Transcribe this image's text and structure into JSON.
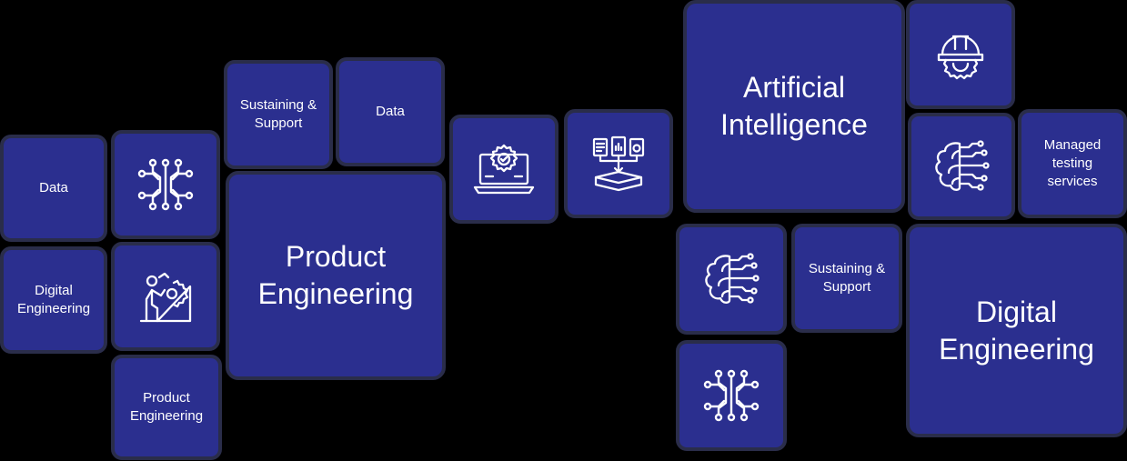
{
  "colors": {
    "tile_fill": "#2b2f8f",
    "tile_border": "#2a2d4a",
    "icon_stroke": "#ffffff",
    "background": "#000000"
  },
  "left_cluster": {
    "data": "Data",
    "digital_engineering": "Digital Engineering",
    "product_engineering_small": "Product Engineering",
    "sustaining_support": "Sustaining & Support",
    "data_top": "Data",
    "product_engineering_big": "Product Engineering",
    "icons": [
      "circuit-icon",
      "engineer-gear-icon"
    ]
  },
  "middle_cluster": {
    "icons": [
      "laptop-checkmark-gear-icon",
      "documents-to-platform-icon"
    ]
  },
  "right_cluster": {
    "artificial_intelligence": "Artificial Intelligence",
    "managed_testing": "Managed testing services",
    "sustaining_support": "Sustaining & Support",
    "digital_engineering_big": "Digital Engineering",
    "icons": [
      "hard-hat-gear-icon",
      "brain-circuit-icon",
      "brain-circuit-icon",
      "circuit-icon"
    ]
  }
}
